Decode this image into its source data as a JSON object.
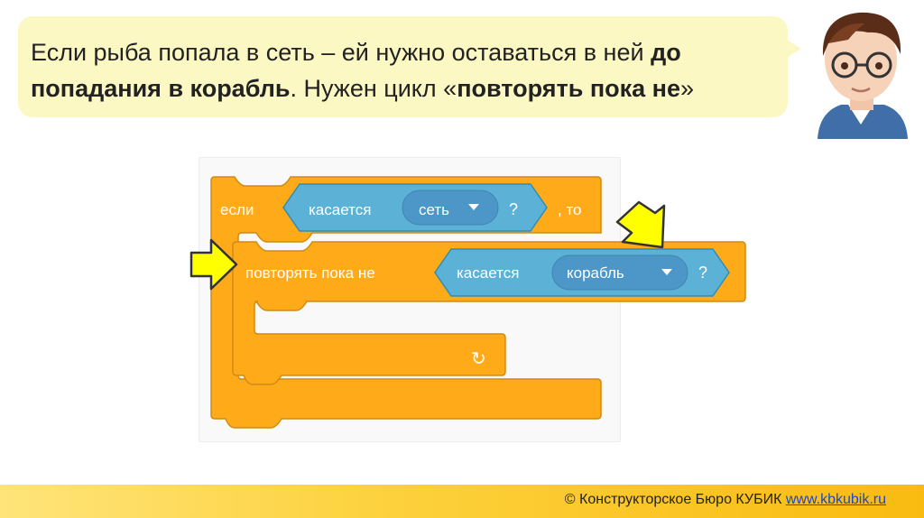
{
  "bubble": {
    "text_part1": "Если рыба попала в сеть – ей нужно оставаться в ней ",
    "text_bold1": "до попадания в корабль",
    "text_part2": ". Нужен цикл «",
    "text_bold2": "повторять пока не",
    "text_part3": "»"
  },
  "blocks": {
    "if_label": "если",
    "then_label": ", то",
    "touching_label1": "касается",
    "touching_target1": "сеть",
    "question1": "?",
    "repeat_until_label": "повторять пока не",
    "touching_label2": "касается",
    "touching_target2": "корабль",
    "question2": "?",
    "loop_arrow": "↻"
  },
  "colors": {
    "control_orange": "#ffab19",
    "control_dark": "#cf8b17",
    "sensing_blue": "#5cb1d6",
    "sensing_dark": "#2e8eb8",
    "arrow_yellow": "#ffff00"
  },
  "icons": [
    "dropdown-caret-icon",
    "loop-arrow-icon",
    "pointer-arrow-icon",
    "avatar"
  ],
  "footer": {
    "copyright": "© Конструкторское Бюро КУБИК ",
    "link": "www.kbkubik.ru"
  }
}
